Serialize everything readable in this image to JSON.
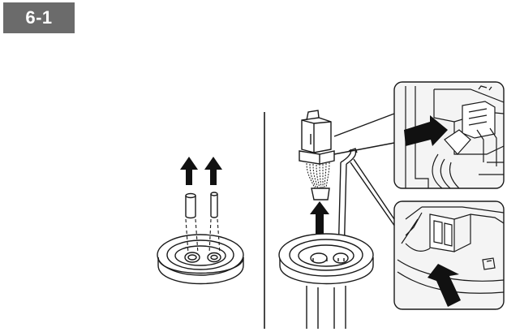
{
  "header": {
    "step_label": "6-1"
  },
  "figures": {
    "left": {
      "name": "grommet-plug-removal"
    },
    "right": {
      "name": "cable-insertion-and-connection"
    }
  },
  "colors": {
    "badge_bg": "#6b6b6b",
    "badge_text": "#ffffff",
    "line": "#1a1a1a",
    "arrow": "#111111",
    "callout_bg": "#f4f4f4"
  },
  "icons": [
    "up-arrow-icon",
    "right-arrow-icon",
    "rj45-connector-icon"
  ]
}
